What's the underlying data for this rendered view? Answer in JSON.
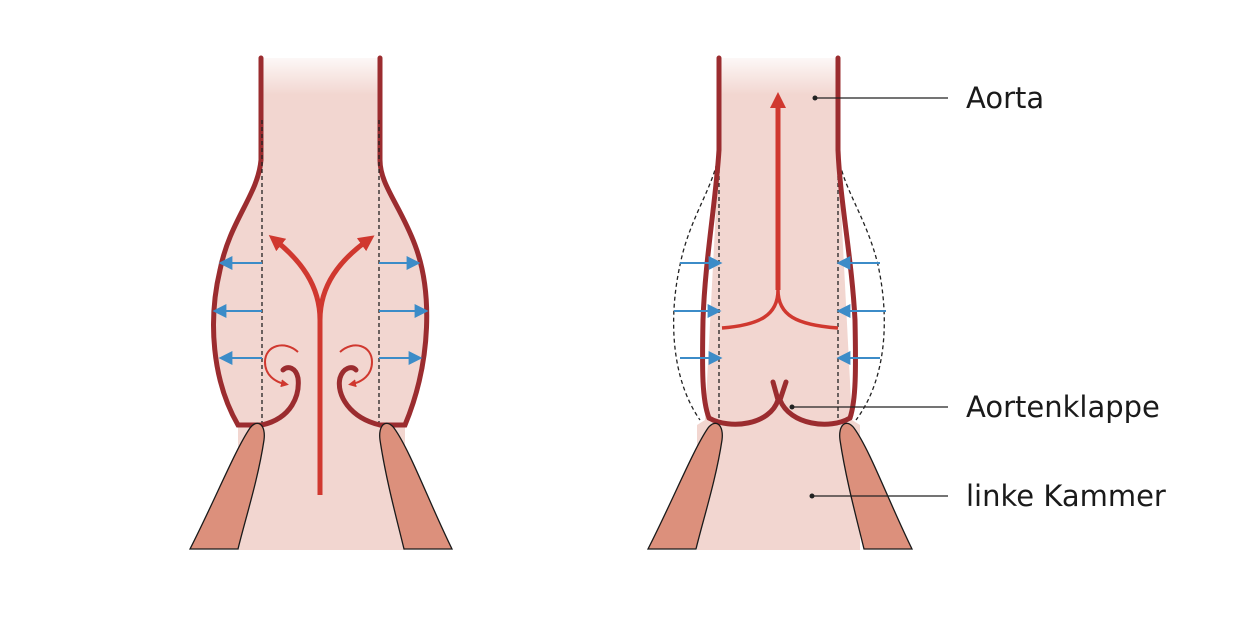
{
  "labels": {
    "aorta": "Aorta",
    "aortic_valve": "Aortenklappe",
    "left_ventricle": "linke Kammer"
  },
  "colors": {
    "vessel_fill": "#f2d6d0",
    "vessel_wall": "#9b2c2f",
    "ventricle_muscle": "#dc907c",
    "blood_flow_arrow": "#d0382f",
    "wall_motion_arrow": "#3c8cc8",
    "leader_line": "#222222"
  },
  "panels": [
    {
      "name": "valve-open-with-sinus-vortices"
    },
    {
      "name": "valve-closed-with-recoil"
    }
  ]
}
